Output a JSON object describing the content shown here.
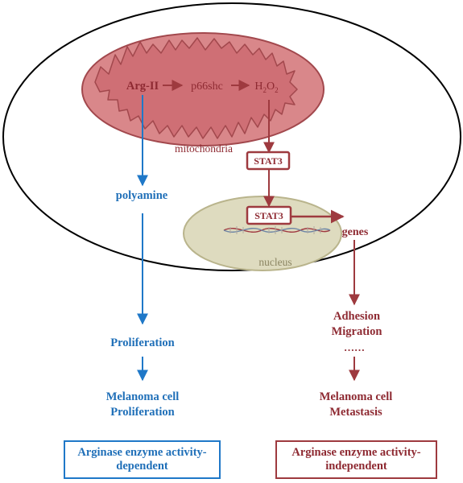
{
  "mitochondrion": {
    "label": "mitochondria",
    "arg2": "Arg-II",
    "p66shc": "p66shc",
    "h2o2": "H",
    "h2o2_sub1": "2",
    "h2o2_mid": "O",
    "h2o2_sub2": "2"
  },
  "cytoplasm": {
    "stat3": "STAT3"
  },
  "nucleus": {
    "label": "nucleus",
    "stat3": "STAT3",
    "genes": "genes"
  },
  "left_path": {
    "polyamine": "polyamine",
    "proliferation": "Proliferation",
    "outcome_line1": "Melanoma cell",
    "outcome_line2": "Proliferation",
    "box_line1": "Arginase enzyme activity-",
    "box_line2": "dependent"
  },
  "right_path": {
    "adhesion": "Adhesion",
    "migration": "Migration",
    "ellipsis": "……",
    "outcome_line1": "Melanoma cell",
    "outcome_line2": "Metastasis",
    "box_line1": "Arginase enzyme activity-",
    "box_line2": "independent"
  },
  "colors": {
    "blue": "#1f6fb8",
    "red": "#9e3a3f",
    "mito_fill": "#d9878a",
    "nucleus_fill": "#dedbbf"
  }
}
